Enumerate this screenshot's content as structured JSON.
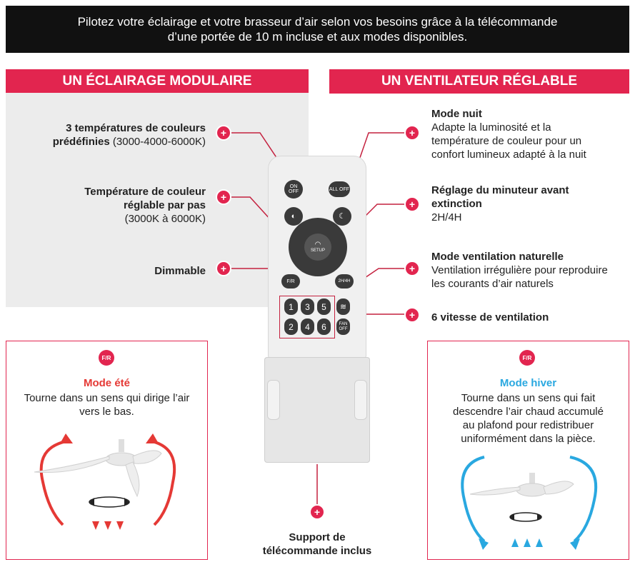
{
  "banner": {
    "line1": "Pilotez votre éclairage et votre brasseur d’air selon vos besoins grâce à la télécommande",
    "line2": "d’une portée de 10 m incluse et aux modes disponibles."
  },
  "sections": {
    "left_title": "UN ÉCLAIRAGE MODULAIRE",
    "right_title": "UN VENTILATEUR RÉGLABLE"
  },
  "features_left": {
    "temp_preset_bold": "3 températures de couleurs",
    "temp_preset_bold2": "prédéfinies",
    "temp_preset_normal": " (3000-4000-6000K)",
    "temp_step_bold1": "Température de couleur",
    "temp_step_bold2": "réglable par pas",
    "temp_step_normal": "(3000K à 6000K)",
    "dimmable": "Dimmable"
  },
  "features_right": {
    "night_title": "Mode nuit",
    "night_desc1": "Adapte la luminosité et la",
    "night_desc2": "température de couleur pour un",
    "night_desc3": "confort lumineux adapté à la nuit",
    "timer_title1": "Réglage du minuteur avant",
    "timer_title2": "extinction",
    "timer_desc": "2H/4H",
    "natural_title": "Mode ventilation naturelle",
    "natural_desc1": "Ventilation irrégulière pour reproduire",
    "natural_desc2": "les courants d’air naturels",
    "speeds": "6 vitesse de ventilation"
  },
  "support": {
    "line1": "Support de",
    "line2": "télécommande inclus"
  },
  "summer": {
    "badge": "F/R",
    "title": "Mode été",
    "desc1": "Tourne dans un sens qui dirige l’air",
    "desc2": "vers le bas."
  },
  "winter": {
    "badge": "F/R",
    "title": "Mode hiver",
    "desc1": "Tourne dans un sens qui fait",
    "desc2": "descendre l’air chaud accumulé",
    "desc3": "au plafond pour redistribuer",
    "desc4": "uniformément dans la pièce."
  },
  "remote": {
    "on_off": "ON OFF",
    "all_off": "ALL OFF",
    "setup": "SETUP",
    "fr": "F/R",
    "timer": "2H/4H",
    "keys": [
      "1",
      "3",
      "5",
      "2",
      "4",
      "6"
    ],
    "fan_off": "FAN OFF"
  },
  "plus_symbol": "+",
  "colors": {
    "accent": "#e2254f",
    "summer": "#e53935",
    "winter": "#29a8e0",
    "remote_button": "#3a3a3a"
  }
}
